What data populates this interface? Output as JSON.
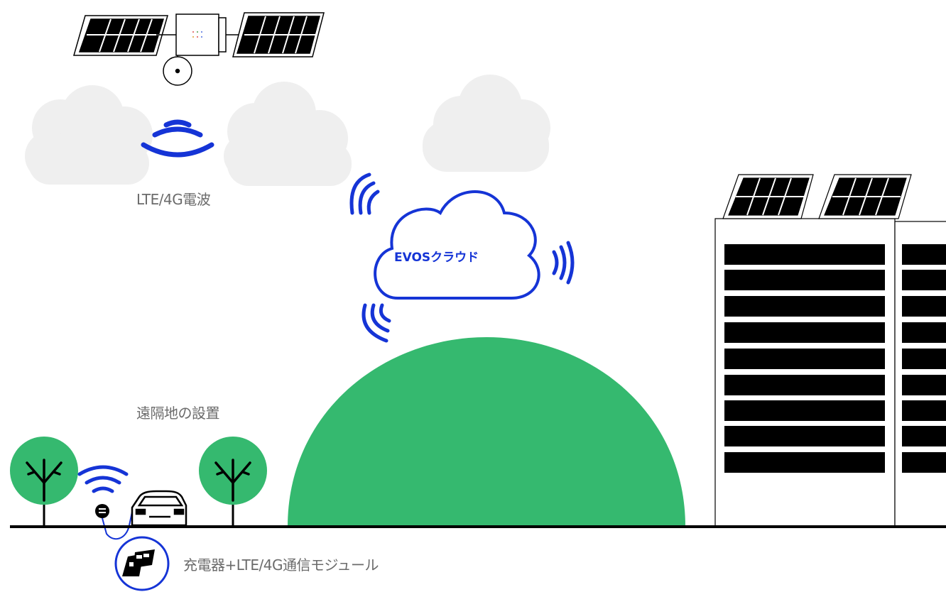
{
  "labels": {
    "lte_signal": "LTE/4G電波",
    "cloud": "EVOSクラウド",
    "remote_install": "遠隔地の設置",
    "charger_module": "充電器+LTE/4G通信モジュール"
  },
  "colors": {
    "signal_blue": "#1534d6",
    "hill_green": "#35b96f",
    "tree_green": "#35b96f",
    "cloud_gray": "#efefef",
    "ground": "#000000",
    "text_gray": "#6b6b6b"
  },
  "icons": [
    "satellite-icon",
    "wifi-signal-icon",
    "cloud-icon",
    "solar-panel-icon",
    "tree-icon",
    "car-icon",
    "charger-icon",
    "module-icon",
    "building-icon"
  ]
}
